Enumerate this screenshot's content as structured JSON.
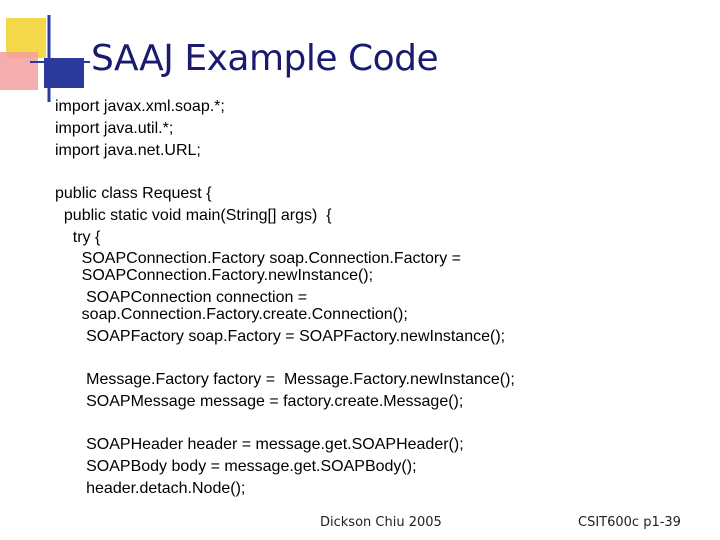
{
  "slide": {
    "title": "SAAJ Example Code",
    "colors": {
      "title": "#1a1a6e",
      "logo_yellow": "#f5d84a",
      "logo_red": "#e85050",
      "logo_blue": "#2b3a9c"
    },
    "code_lines": [
      "import javax.xml.soap.*;",
      "import java.util.*;",
      "import java.net.URL;",
      "public class Request {",
      "  public static void main(String[] args)  {",
      "    try {",
      "      SOAPConnection.Factory soap.Connection.Factory =",
      "      SOAPConnection.Factory.newInstance();",
      "       SOAPConnection connection =",
      "      soap.Connection.Factory.create.Connection();",
      "       SOAPFactory soap.Factory = SOAPFactory.newInstance();",
      "       Message.Factory factory =  Message.Factory.newInstance();",
      "       SOAPMessage message = factory.create.Message();",
      "       SOAPHeader header = message.get.SOAPHeader();",
      "       SOAPBody body = message.get.SOAPBody();",
      "       header.detach.Node();"
    ],
    "footer": {
      "author": "Dickson Chiu 2005",
      "page": "CSIT600c p1-39"
    }
  }
}
